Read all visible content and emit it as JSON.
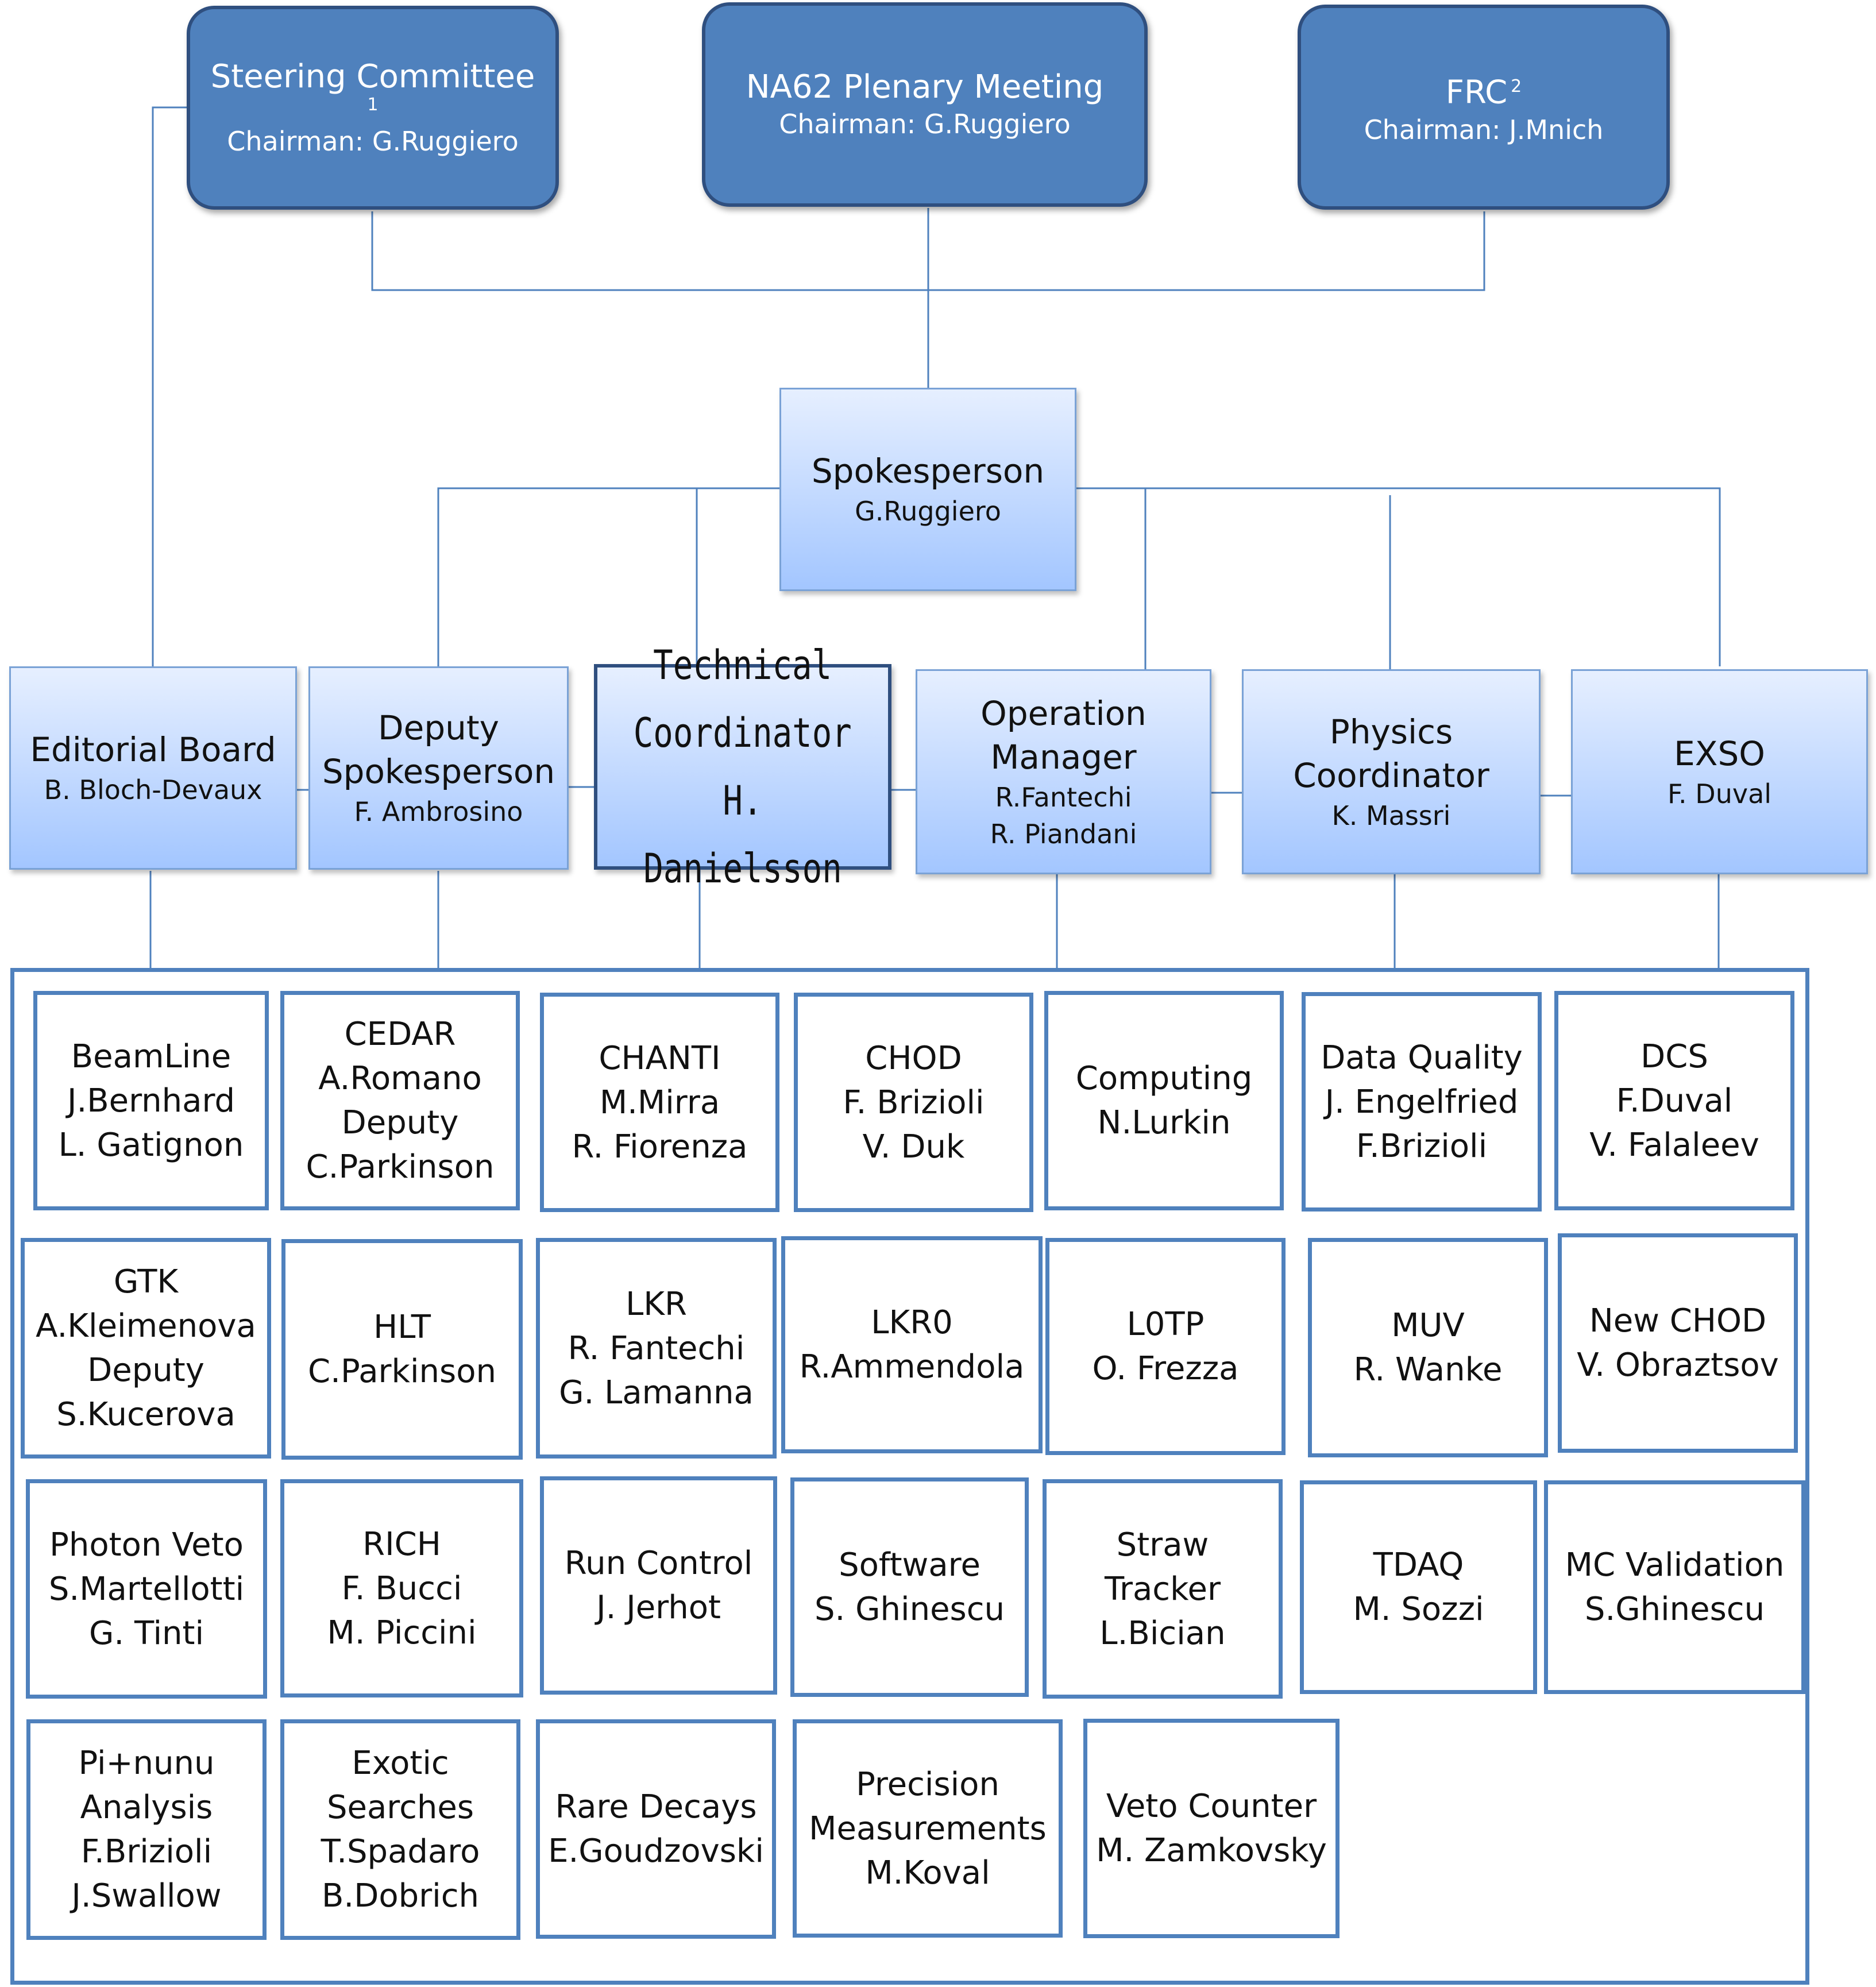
{
  "top": {
    "steering": {
      "title": "Steering Committee",
      "note": "1",
      "chair": "Chairman: G.Ruggiero"
    },
    "plenary": {
      "title": "NA62 Plenary Meeting",
      "chair": "Chairman: G.Ruggiero"
    },
    "frc": {
      "title": "FRC",
      "note": "2",
      "chair": "Chairman: J.Mnich"
    }
  },
  "spokesperson": {
    "title": "Spokesperson",
    "name": "G.Ruggiero"
  },
  "roles": {
    "editorial": {
      "title": "Editorial Board",
      "name": "B. Bloch-Devaux"
    },
    "deputy": {
      "title1": "Deputy",
      "title2": "Spokesperson",
      "name": "F. Ambrosino"
    },
    "technical": {
      "line1": "Technical",
      "line2": "Coordinator",
      "line3": "H. Danielsson"
    },
    "operation": {
      "title1": "Operation",
      "title2": "Manager",
      "name1": "R.Fantechi",
      "name2": "R. Piandani"
    },
    "physics": {
      "title1": "Physics",
      "title2": "Coordinator",
      "name": "K. Massri"
    },
    "exso": {
      "title": "EXSO",
      "name": "F. Duval"
    }
  },
  "units": [
    {
      "id": "beamline",
      "lines": [
        "BeamLine",
        "J.Bernhard",
        "L. Gatignon"
      ]
    },
    {
      "id": "cedar",
      "lines": [
        "CEDAR",
        "A.Romano",
        "Deputy",
        "C.Parkinson"
      ]
    },
    {
      "id": "chanti",
      "lines": [
        "CHANTI",
        "M.Mirra",
        "R. Fiorenza"
      ]
    },
    {
      "id": "chod",
      "lines": [
        "CHOD",
        "F. Brizioli",
        "V. Duk"
      ]
    },
    {
      "id": "computing",
      "lines": [
        "Computing",
        "N.Lurkin"
      ]
    },
    {
      "id": "data-quality",
      "lines": [
        "Data Quality",
        "J. Engelfried",
        "F.Brizioli"
      ]
    },
    {
      "id": "dcs",
      "lines": [
        "DCS",
        "F.Duval",
        "V. Falaleev"
      ]
    },
    {
      "id": "gtk",
      "lines": [
        "GTK",
        "A.Kleimenova",
        "Deputy",
        "S.Kucerova"
      ]
    },
    {
      "id": "hlt",
      "lines": [
        "HLT",
        "C.Parkinson"
      ]
    },
    {
      "id": "lkr",
      "lines": [
        "LKR",
        "R. Fantechi",
        "G. Lamanna"
      ]
    },
    {
      "id": "lkr0",
      "lines": [
        "LKR0",
        "R.Ammendola"
      ]
    },
    {
      "id": "l0tp",
      "lines": [
        "L0TP",
        "O. Frezza"
      ]
    },
    {
      "id": "muv",
      "lines": [
        "MUV",
        "R. Wanke"
      ]
    },
    {
      "id": "new-chod",
      "lines": [
        "New CHOD",
        "V. Obraztsov"
      ]
    },
    {
      "id": "photon-veto",
      "lines": [
        "Photon Veto",
        "S.Martellotti",
        "G. Tinti"
      ]
    },
    {
      "id": "rich",
      "lines": [
        "RICH",
        "F. Bucci",
        "M. Piccini"
      ]
    },
    {
      "id": "run-control",
      "lines": [
        "Run Control",
        "J. Jerhot"
      ]
    },
    {
      "id": "software",
      "lines": [
        "Software",
        "S. Ghinescu"
      ]
    },
    {
      "id": "straw-tracker",
      "lines": [
        "Straw",
        "Tracker",
        "L.Bician"
      ]
    },
    {
      "id": "tdaq",
      "lines": [
        "TDAQ",
        "M. Sozzi"
      ]
    },
    {
      "id": "mc-validation",
      "lines": [
        "MC Validation",
        "S.Ghinescu"
      ]
    },
    {
      "id": "pinunu-analysis",
      "lines": [
        "Pi+nunu",
        "Analysis",
        "F.Brizioli",
        "J.Swallow"
      ]
    },
    {
      "id": "exotic-searches",
      "lines": [
        "Exotic",
        "Searches",
        "T.Spadaro",
        "B.Dobrich"
      ]
    },
    {
      "id": "rare-decays",
      "lines": [
        "Rare Decays",
        "E.Goudzovski"
      ]
    },
    {
      "id": "precision-measurements",
      "lines": [
        "Precision",
        "Measurements",
        "M.Koval"
      ]
    },
    {
      "id": "veto-counter",
      "lines": [
        "Veto Counter",
        "M. Zamkovsky"
      ]
    }
  ]
}
